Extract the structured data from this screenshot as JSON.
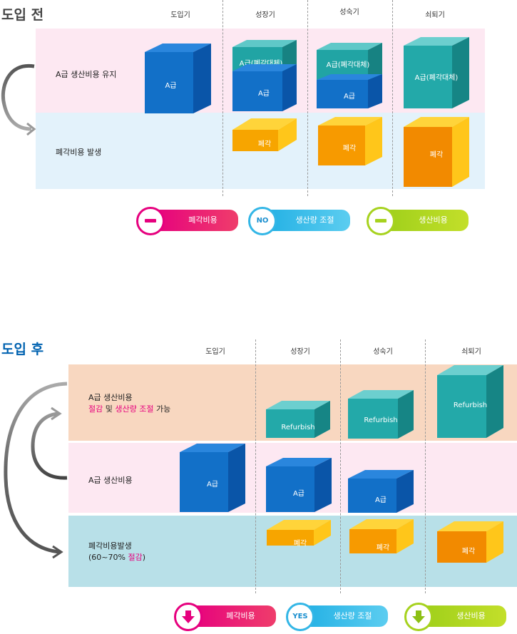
{
  "colors": {
    "pink_band": "#fde8f2",
    "blue_band": "#e3f2fb",
    "peach_band": "#f8d7c0",
    "teal_band": "#b8e0e8",
    "magenta": "#e6007e",
    "cyan": "#3bbde6",
    "lime": "#aad21e",
    "title_blue": "#0062b0"
  },
  "before": {
    "title": "도입 전",
    "stages": [
      "도입기",
      "성장기",
      "성숙기",
      "쇠퇴기"
    ],
    "rows": {
      "top": "A급 생산비용 유지",
      "bottom": "폐각비용 발생"
    },
    "cube_labels": {
      "a_grade": "A급",
      "a_grade_replace": "A급(폐각대체)",
      "scrap": "폐각"
    },
    "legend": [
      {
        "symbol": "minus",
        "label": "폐각비용"
      },
      {
        "symbol": "NO",
        "label": "생산량 조절"
      },
      {
        "symbol": "minus",
        "label": "생산비용"
      }
    ]
  },
  "after": {
    "title": "도입 후",
    "stages": [
      "도입기",
      "성장기",
      "성숙기",
      "쇠퇴기"
    ],
    "rows": {
      "top_line1": "A급 생산비용",
      "top_line2": {
        "part1": "절감",
        "part2": " 및 ",
        "part3": "생산량 조절",
        "part4": " 가능"
      },
      "middle": "A급 생산비용",
      "bottom_line1": "폐각비용발생",
      "bottom_line2": {
        "part1": "(60~70% ",
        "part2": "절감",
        "part3": ")"
      }
    },
    "cube_labels": {
      "refurbish": "Refurbish",
      "a_grade": "A급",
      "scrap": "폐각"
    },
    "legend": [
      {
        "symbol": "down-arrow",
        "label": "폐각비용"
      },
      {
        "symbol": "YES",
        "label": "생산량 조절"
      },
      {
        "symbol": "down-arrow",
        "label": "생산비용"
      }
    ]
  }
}
